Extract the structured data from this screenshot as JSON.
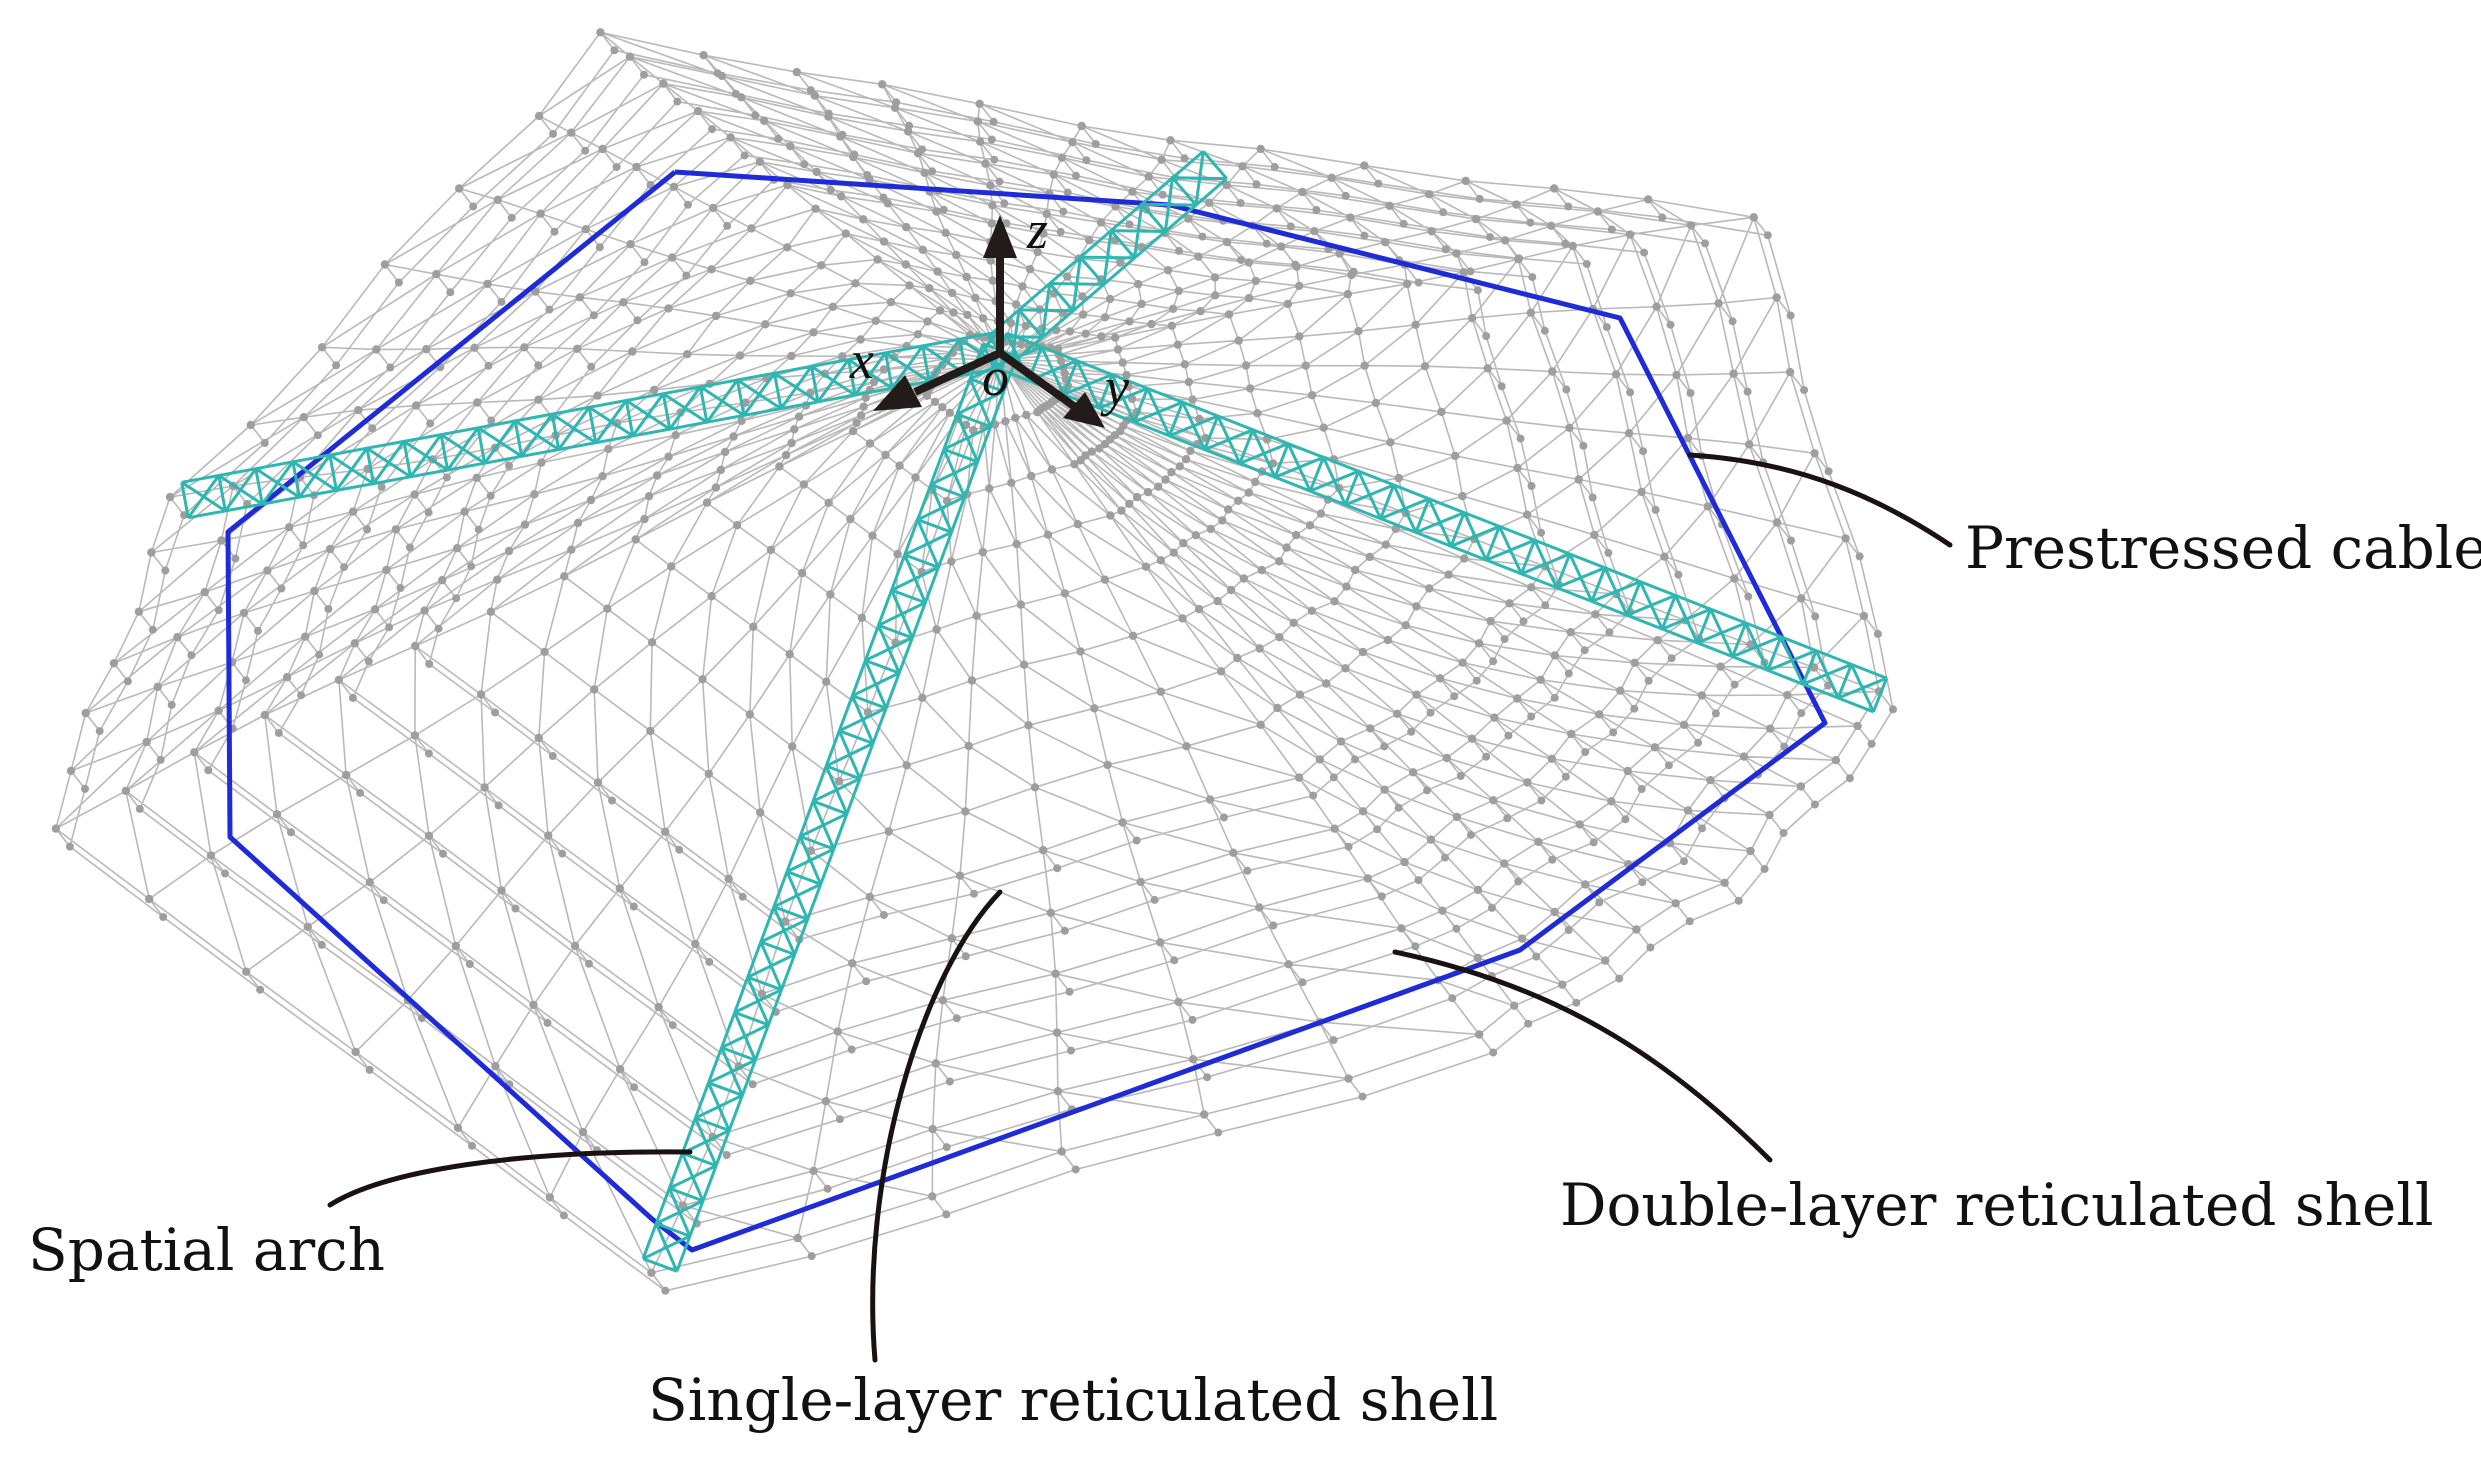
{
  "labels": {
    "prestressed_cable": "Prestressed cable",
    "double_layer_shell": "Double-layer reticulated shell",
    "spatial_arch": "Spatial arch",
    "single_layer_shell": "Single-layer reticulated shell"
  },
  "axes": {
    "z": "z",
    "x": "x",
    "y": "y",
    "origin": "o"
  },
  "colors": {
    "cable": "#1f2bd6",
    "spatial_arch": "#2fb6b1",
    "mesh": "#b9b9b9",
    "node": "#9e9e9e",
    "axis_arrow": "#231a1a"
  }
}
